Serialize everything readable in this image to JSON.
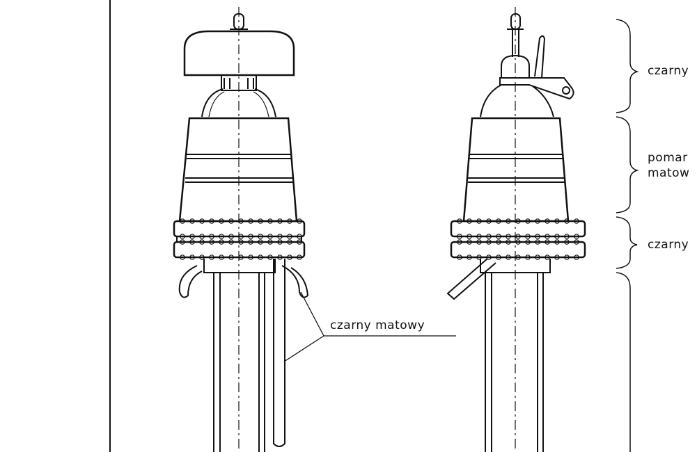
{
  "labels": {
    "leader_label": "czarny matowy",
    "right_label_1": "czarny",
    "right_label_2_line1": "pomar",
    "right_label_2_line2": "matow",
    "right_label_3": "czarny"
  },
  "colors": {
    "line": "#111111",
    "background": "#ffffff"
  }
}
